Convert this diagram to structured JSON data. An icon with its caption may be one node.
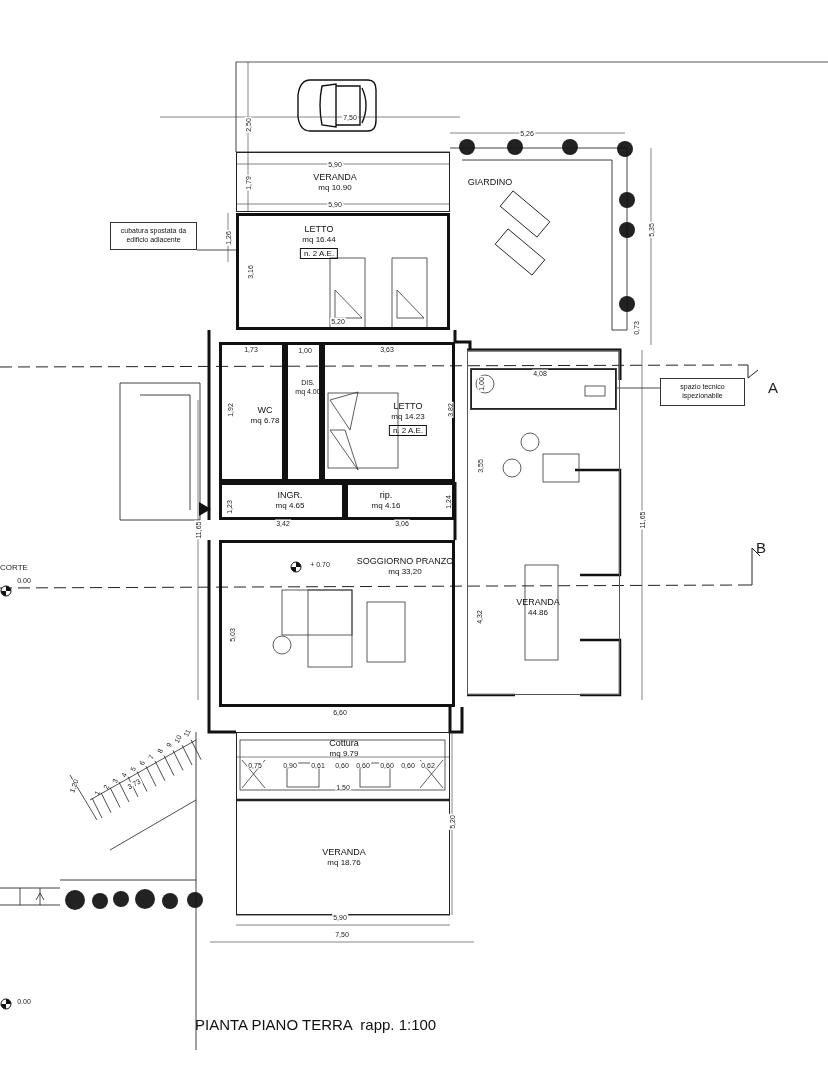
{
  "diagram": {
    "title": "PIANTA PIANO TERRA  rapp. 1:100",
    "nodes": [
      {
        "text": [
          "VERANDA",
          "mq 10.90"
        ]
      },
      {
        "text": [
          "GIARDINO"
        ]
      },
      {
        "text": [
          "LETTO",
          "mq 16.44",
          "n. 2 A.E."
        ]
      },
      {
        "text": [
          "cubatura spostata da edificio adiacente"
        ]
      },
      {
        "text": [
          "WC",
          "mq 6.78"
        ]
      },
      {
        "text": [
          "DIS.",
          "mq 4.00"
        ]
      },
      {
        "text": [
          "LETTO",
          "mq 14.23",
          "n. 2 A.E."
        ]
      },
      {
        "text": [
          "INGR.",
          "mq 4.65"
        ]
      },
      {
        "text": [
          "rip.",
          "mq 4.16"
        ]
      },
      {
        "text": [
          "VERANDA",
          "44.86"
        ]
      },
      {
        "text": [],
        "shape": "box",
        "in": 9
      },
      {
        "text": [
          "spazio tecnico ispezionabile"
        ]
      },
      {
        "text": [
          "SOGGIORNO PRANZO",
          "mq 33,20"
        ]
      },
      {
        "text": [
          "Cottura",
          "mq 9.79"
        ]
      },
      {
        "text": [
          "VERANDA",
          "mq 18.76"
        ]
      }
    ],
    "edges": [
      {
        "from": 3,
        "to": 2,
        "arrow": "none"
      },
      {
        "from": 11,
        "to": 10,
        "arrow": "none"
      }
    ],
    "labels": [
      "2,50",
      "7,50",
      "5,26",
      "5,90",
      "1,79",
      "5,90",
      "1,26",
      "3,16",
      "5,20",
      "5,35",
      "0,73",
      "1,73",
      "1,00",
      "3,63",
      "1,00",
      "4,08",
      "A",
      "1,92",
      "3,82",
      "3,55",
      "1,23",
      "1,24",
      "3,42",
      "3,06",
      "11,65",
      "11,65",
      "CORTE",
      "0.00",
      "B",
      "+ 0.70",
      "5,03",
      "4,32",
      "6,60",
      "0,75",
      "0,90",
      "0,61",
      "0,60",
      "0,60",
      "0,60",
      "0,60",
      "0,62",
      "1,50",
      "1",
      "2",
      "3",
      "4",
      "5",
      "6",
      "7",
      "8",
      "9",
      "10",
      "11",
      "1,20",
      "3,73",
      "5,20",
      "5,90",
      "7,50",
      "0.00"
    ]
  }
}
